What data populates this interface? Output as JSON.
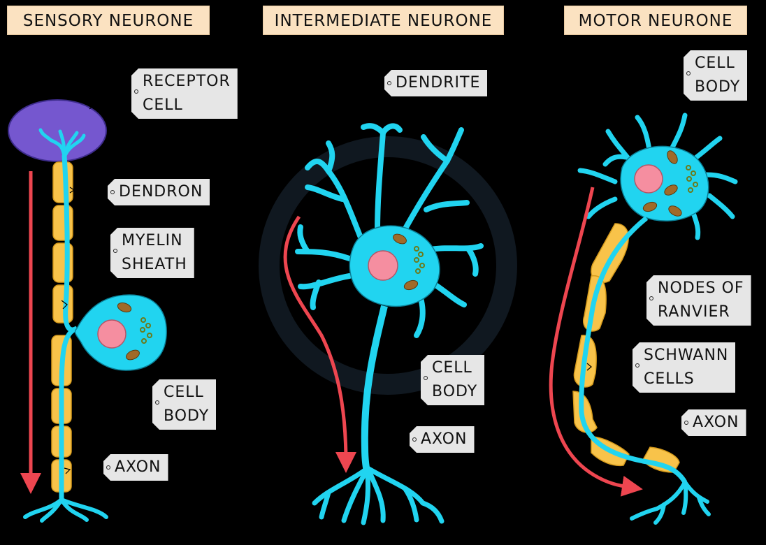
{
  "titles": {
    "sensory": "SENSORY NEURONE",
    "intermediate": "INTERMEDIATE NEURONE",
    "motor": "MOTOR NEURONE"
  },
  "labels": {
    "receptor_cell": [
      "RECEPTOR",
      "CELL"
    ],
    "dendron": [
      "DENDRON"
    ],
    "myelin_sheath": [
      "MYELIN",
      "SHEATH"
    ],
    "sensory_cell_body": [
      "CELL",
      "BODY"
    ],
    "sensory_axon": [
      "AXON"
    ],
    "dendrite": [
      "DENDRITE"
    ],
    "inter_cell_body": [
      "CELL",
      "BODY"
    ],
    "inter_axon": [
      "AXON"
    ],
    "motor_cell_body": [
      "CELL",
      "BODY"
    ],
    "nodes_of_ranvier": [
      "NODES OF",
      "RANVIER"
    ],
    "schwann_cells": [
      "SCHWANN",
      "CELLS"
    ],
    "motor_axon": [
      "AXON"
    ]
  },
  "colors": {
    "neuron": "#21d4f0",
    "neuron_outline": "#0a7f96",
    "myelin": "#f8c34a",
    "myelin_outline": "#d59a1c",
    "nucleus": "#f58ea0",
    "receptor": "#7557cf",
    "mitochondria": "#a06a28",
    "arrow": "#ee4650",
    "title_bg": "#fbe2c1",
    "tag_bg": "#e6e6e6"
  }
}
